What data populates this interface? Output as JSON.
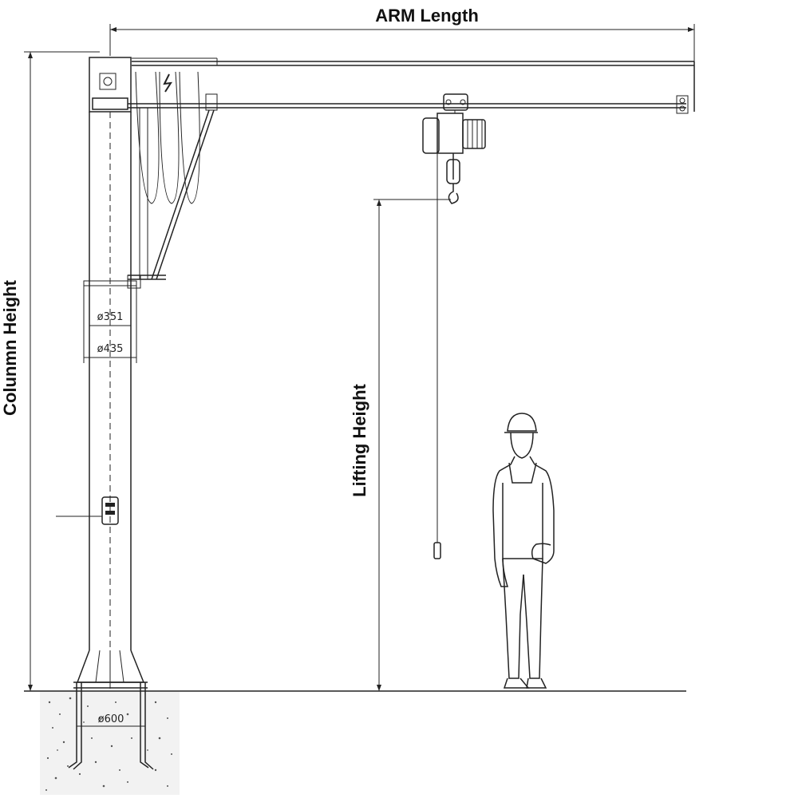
{
  "labels": {
    "arm_length": "ARM Length",
    "column_height": "Colunmn Height",
    "lifting_height": "Lifting Height"
  },
  "dimensions": {
    "column_inner_dia": "ø351",
    "column_outer_dia": "ø435",
    "base_dia": "ø600"
  }
}
